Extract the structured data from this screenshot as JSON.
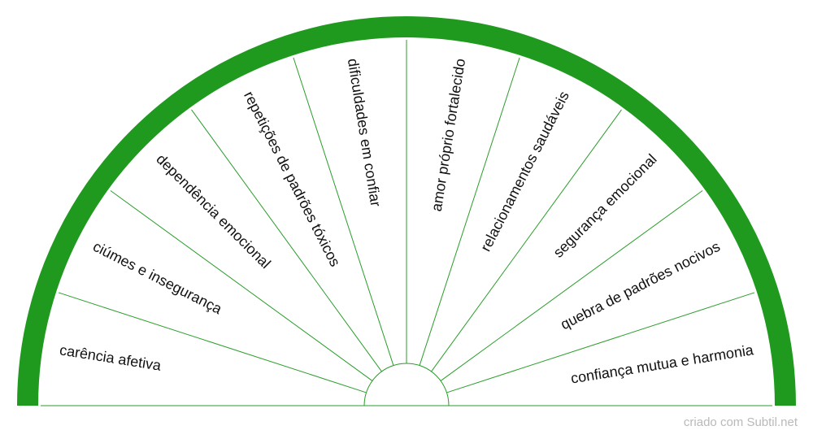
{
  "chart": {
    "segments": [
      "carência afetiva",
      "ciúmes e insegurança",
      "dependência emocional",
      "repetições de padrões tóxicos",
      "dificuldades em confiar",
      "amor próprio fortalecido",
      "relacionamentos saudáveis",
      "segurança emocional",
      "quebra de padrões nocivos",
      "confiança mutua e harmonia"
    ],
    "colors": {
      "rim": "#1f9a1f",
      "divider": "#2a9d2a",
      "text": "#111111",
      "background": "#ffffff"
    }
  },
  "footer": {
    "credit": "criado com Subtil.net"
  }
}
